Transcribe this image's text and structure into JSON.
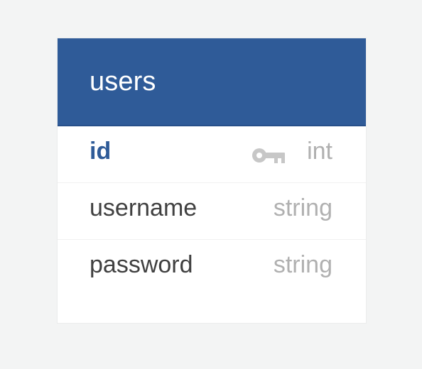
{
  "table": {
    "title": "users",
    "fields": [
      {
        "name": "id",
        "type": "int",
        "primary_key": true
      },
      {
        "name": "username",
        "type": "string",
        "primary_key": false
      },
      {
        "name": "password",
        "type": "string",
        "primary_key": false
      }
    ]
  },
  "icons": {
    "primary_key": "key-icon"
  },
  "colors": {
    "background": "#f3f4f4",
    "header": "#2f5b98",
    "header_text": "#ffffff",
    "primary_field_text": "#2f5b98",
    "field_text": "#404040",
    "type_text": "#b0b0b0",
    "key_icon": "#c7c7c7"
  }
}
